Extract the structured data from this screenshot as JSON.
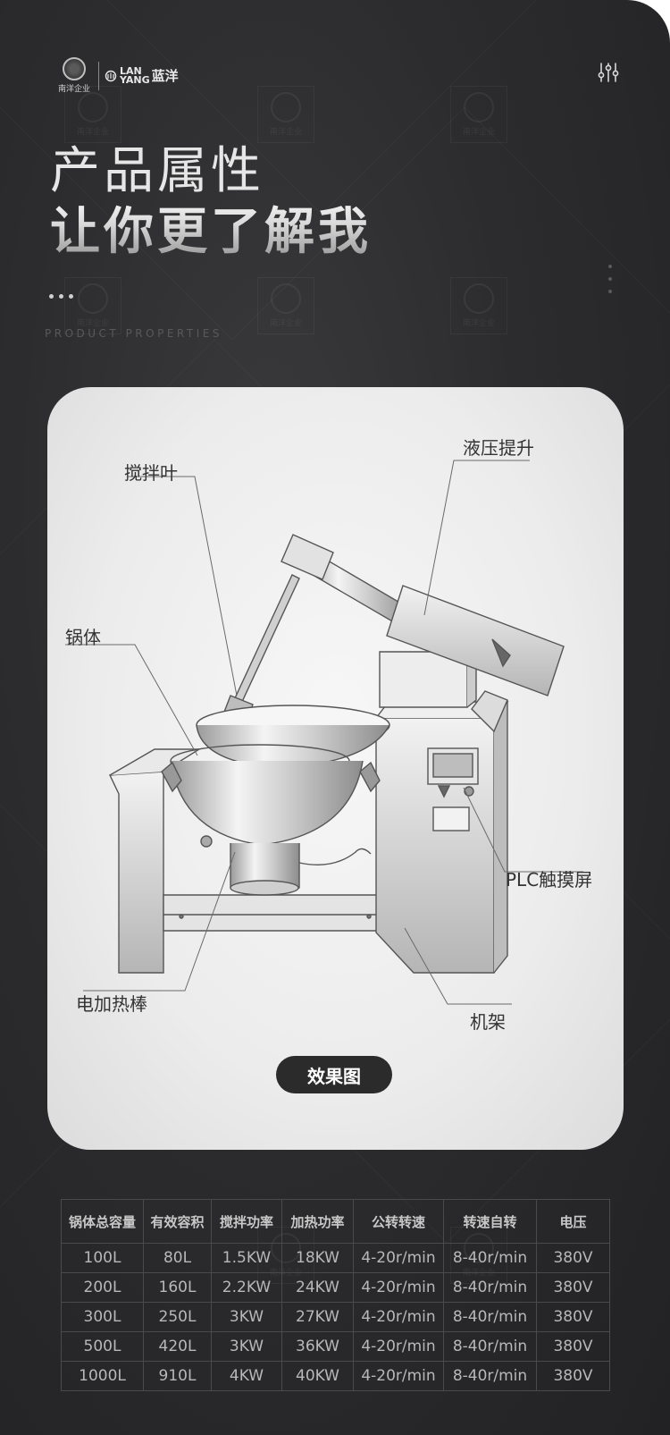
{
  "header": {
    "logo_left_text": "南洋企业",
    "logo_brand_en_top": "LAN",
    "logo_brand_en_bottom": "YANG",
    "logo_brand_cn": "蓝洋",
    "menu_icon": "sliders-icon"
  },
  "hero": {
    "title_line1": "产品属性",
    "title_line2": "让你更了解我",
    "subtitle_en": "PRODUCT PROPERTIES"
  },
  "watermark": {
    "text": "南洋企业"
  },
  "diagram": {
    "labels": {
      "stirring_blade": "搅拌叶",
      "hydraulic_lift": "液压提升",
      "pot_body": "锅体",
      "plc_touchscreen": "PLC触摸屏",
      "electric_heater": "电加热棒",
      "frame": "机架"
    },
    "badge": "效果图"
  },
  "specs": {
    "headers": [
      "锅体总容量",
      "有效容积",
      "搅拌功率",
      "加热功率",
      "公转转速",
      "转速自转",
      "电压"
    ],
    "rows": [
      [
        "100L",
        "80L",
        "1.5KW",
        "18KW",
        "4-20r/min",
        "8-40r/min",
        "380V"
      ],
      [
        "200L",
        "160L",
        "2.2KW",
        "24KW",
        "4-20r/min",
        "8-40r/min",
        "380V"
      ],
      [
        "300L",
        "250L",
        "3KW",
        "27KW",
        "4-20r/min",
        "8-40r/min",
        "380V"
      ],
      [
        "500L",
        "420L",
        "3KW",
        "36KW",
        "4-20r/min",
        "8-40r/min",
        "380V"
      ],
      [
        "1000L",
        "910L",
        "4KW",
        "40KW",
        "4-20r/min",
        "8-40r/min",
        "380V"
      ]
    ]
  }
}
